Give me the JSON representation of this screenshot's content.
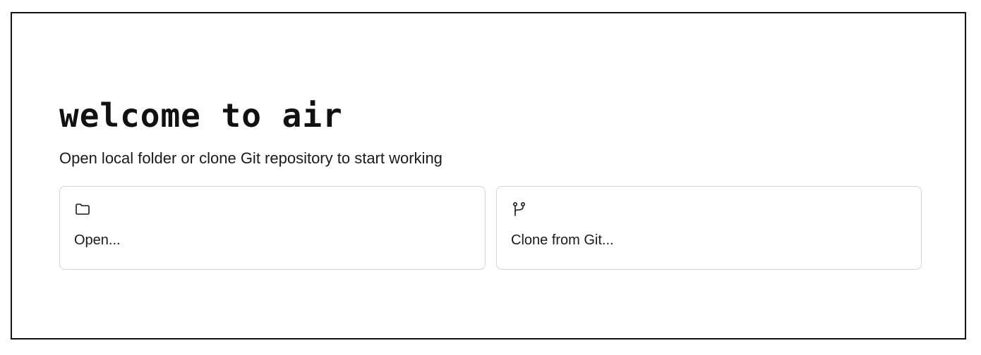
{
  "welcome": {
    "title": "welcome to air",
    "subtitle": "Open local folder or clone Git repository to start working"
  },
  "actions": [
    {
      "label": "Open...",
      "icon": "folder-icon"
    },
    {
      "label": "Clone from Git...",
      "icon": "git-branch-icon"
    }
  ],
  "colors": {
    "border": "#d4d4d4",
    "text": "#1a1a1a",
    "frame": "#111111"
  }
}
